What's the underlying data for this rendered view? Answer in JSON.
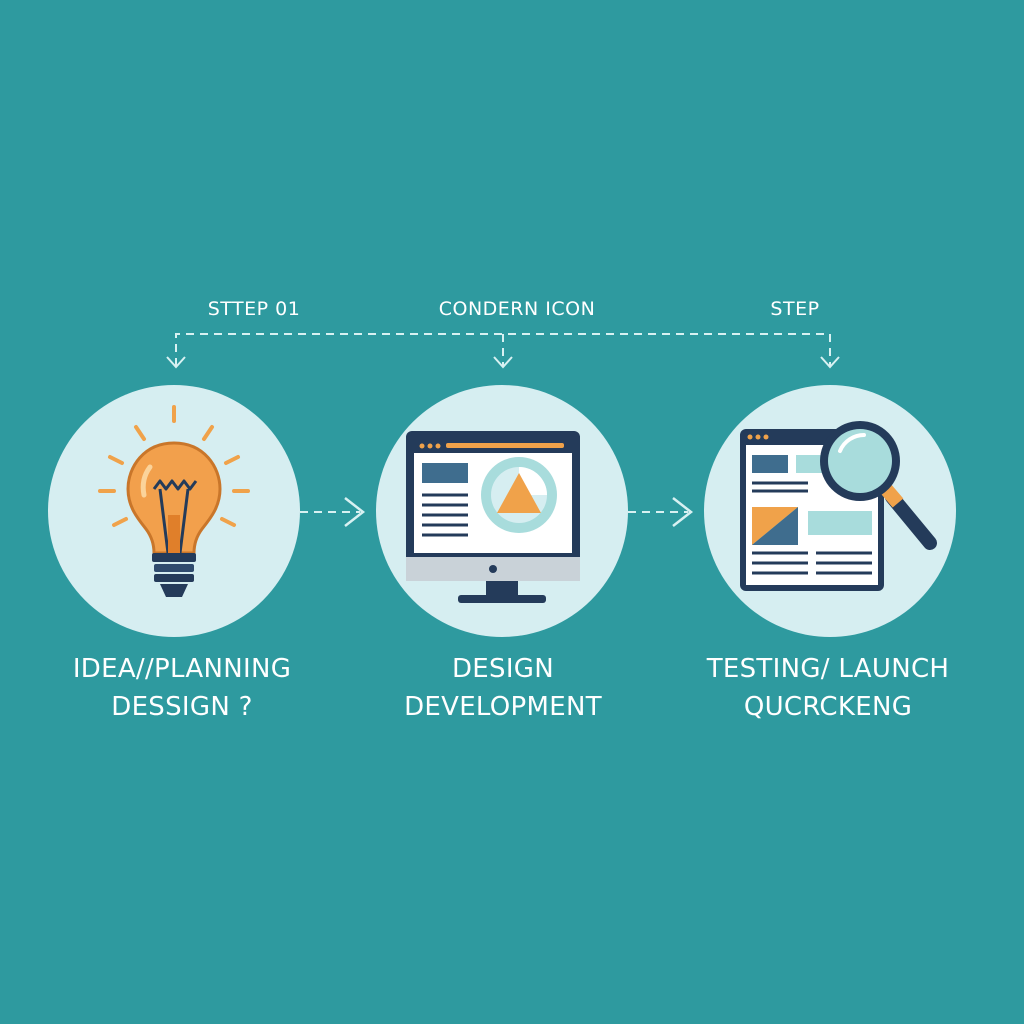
{
  "top_labels": {
    "left": "STTEP 01",
    "center": "CONDERN ICON",
    "right": "STEP"
  },
  "stages": [
    {
      "line1": "IDEA//PLANNING",
      "line2": "DESSIGN ?",
      "icon": "lightbulb-icon"
    },
    {
      "line1": "DESIGN",
      "line2": "DEVELOPMENT",
      "icon": "monitor-chart-icon"
    },
    {
      "line1": "TESTING/ LAUNCH",
      "line2": "QUCRCKENG",
      "icon": "magnifier-webpage-icon"
    }
  ],
  "colors": {
    "background": "#2e9a9f",
    "circle": "#d6eef1",
    "orange": "#f0a24a",
    "navy": "#243b5a",
    "light_teal": "#a8dcdc",
    "text": "#ffffff"
  }
}
